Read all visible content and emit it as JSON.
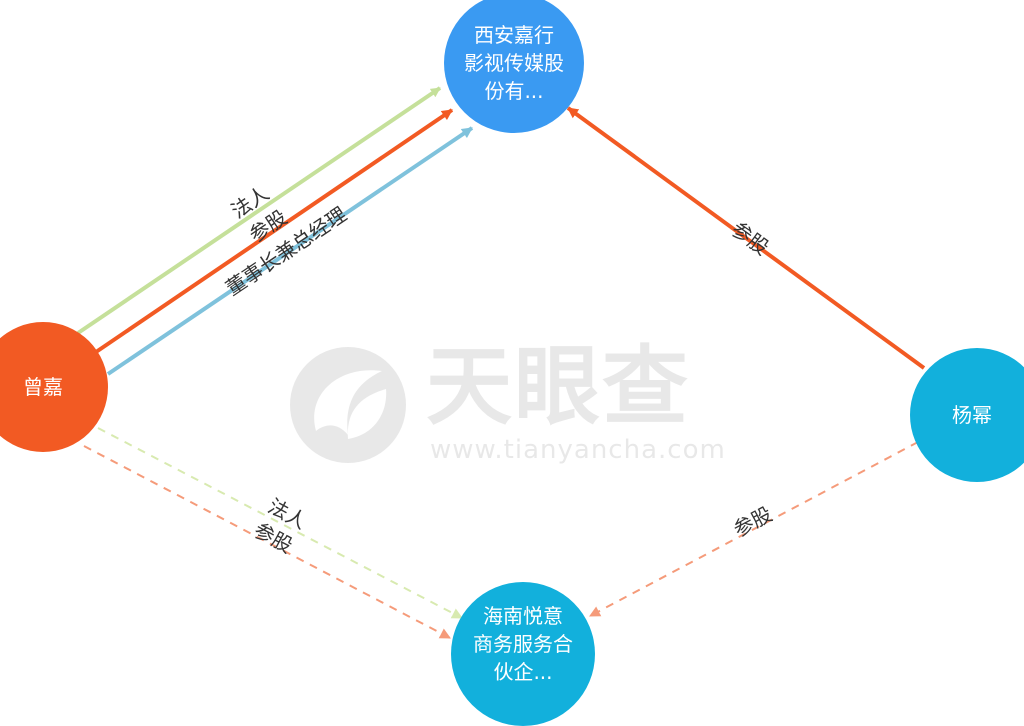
{
  "watermark": {
    "brand": "天眼查",
    "url": "www.tianyancha.com"
  },
  "nodes": {
    "zengjia": {
      "label": "曾嘉",
      "color": "#f25a23"
    },
    "xian_jiaxing": {
      "label": "西安嘉行\n影视传媒股\n份有...",
      "color": "#3a9af2"
    },
    "yangmi": {
      "label": "杨幂",
      "color": "#12b0dc"
    },
    "hainan_yueyi": {
      "label": "海南悦意\n商务服务合\n伙企...",
      "color": "#12b0dc"
    }
  },
  "edges": {
    "zj_xa_legal": {
      "label": "法人",
      "color": "#c5e09a"
    },
    "zj_xa_share": {
      "label": "参股",
      "color": "#f25a23"
    },
    "zj_xa_chair": {
      "label": "董事长兼总经理",
      "color": "#7fc2dc"
    },
    "ym_xa_share": {
      "label": "参股",
      "color": "#f25a23"
    },
    "zj_hn_legal": {
      "label": "法人",
      "color": "#d8eab0"
    },
    "zj_hn_share": {
      "label": "参股",
      "color": "#f59b7a"
    },
    "ym_hn_share": {
      "label": "参股",
      "color": "#f59b7a"
    }
  }
}
